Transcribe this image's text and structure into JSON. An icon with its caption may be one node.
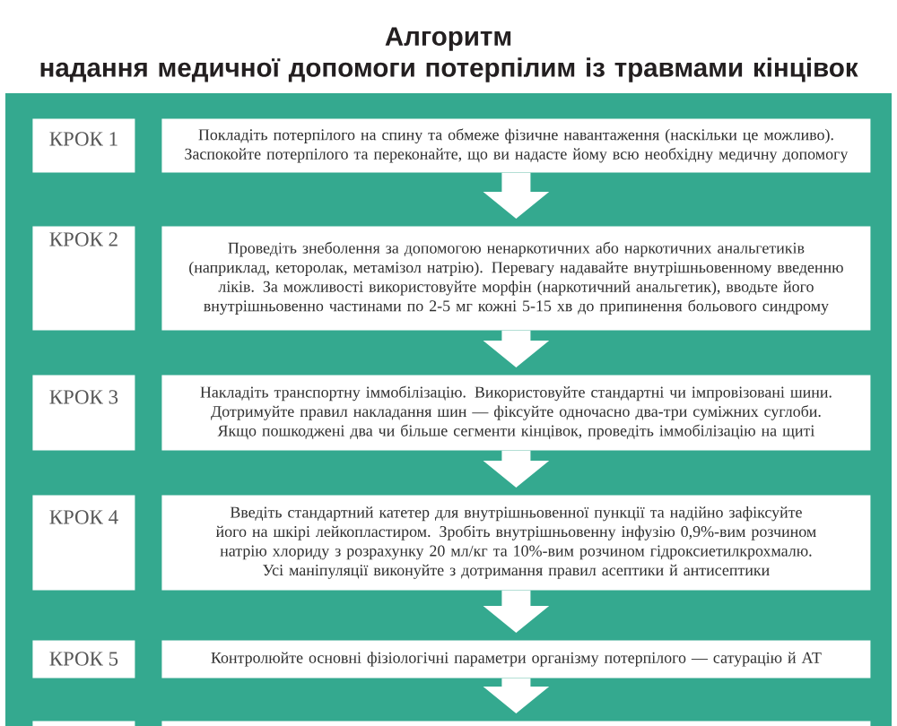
{
  "diagram": {
    "title": "Алгоритм надання медичної допомоги потерпілим із травмами кінцівок",
    "nodes": [
      {
        "text": [
          "КРОК 1"
        ]
      },
      {
        "text": [
          "Покладіть потерпілого на спину та обмеже фізичне навантаження (наскільки це можливо). Заспокойте потерпілого та переконайте, що ви надасте йому всю необхідну медичну допомогу"
        ]
      },
      {
        "text": [
          "КРОК 2"
        ]
      },
      {
        "text": [
          "Проведіть знеболення за допомогою ненаркотичних або наркотичних анальгетиків (наприклад, кеторолак, метамізол натрію). Перевагу надавайте внутрішньовенному введенню ліків. За можливості використовуйте морфін (наркотичний анальгетик), вводьте його внутрішньовенно частинами по 2-5 мг кожні 5-15 хв до припинення больового синдрому"
        ]
      },
      {
        "text": [
          "КРОК 3"
        ]
      },
      {
        "text": [
          "Накладіть транспортну іммобілізацію. Використовуйте стандартні чи імпровізовані шини. Дотримуйте правил накладання шин — фіксуйте одночасно два-три суміжних суглоби. Якщо пошкоджені два чи більше сегменти кінцівок, проведіть іммобілізацію на щиті"
        ]
      },
      {
        "text": [
          "КРОК 4"
        ]
      },
      {
        "text": [
          "Введіть стандартний катетер для внутрішньовенної пункції та надійно зафіксуйте його на шкірі лейкопластиром. Зробіть внутрішньовенну інфузію 0,9%-вим розчином натрію хлориду з розрахунку 20 мл/кг та 10%-вим розчином гідроксиетилкрохмалю. Усі маніпуляції виконуйте з дотримання правил асептики й антисептики"
        ]
      },
      {
        "text": [
          "КРОК 5"
        ]
      },
      {
        "text": [
          "Контролюйте основні фізіологічні параметри організму потерпілого — сатурацію й АТ"
        ]
      },
      {
        "text": [],
        "shape": "box"
      },
      {
        "text": [],
        "shape": "box"
      }
    ],
    "edges": [
      {
        "from": 1,
        "to": 3,
        "arrow": "to"
      },
      {
        "from": 3,
        "to": 5,
        "arrow": "to"
      },
      {
        "from": 5,
        "to": 7,
        "arrow": "to"
      },
      {
        "from": 7,
        "to": 9,
        "arrow": "to"
      },
      {
        "from": 9,
        "to": 11,
        "arrow": "to"
      }
    ]
  }
}
